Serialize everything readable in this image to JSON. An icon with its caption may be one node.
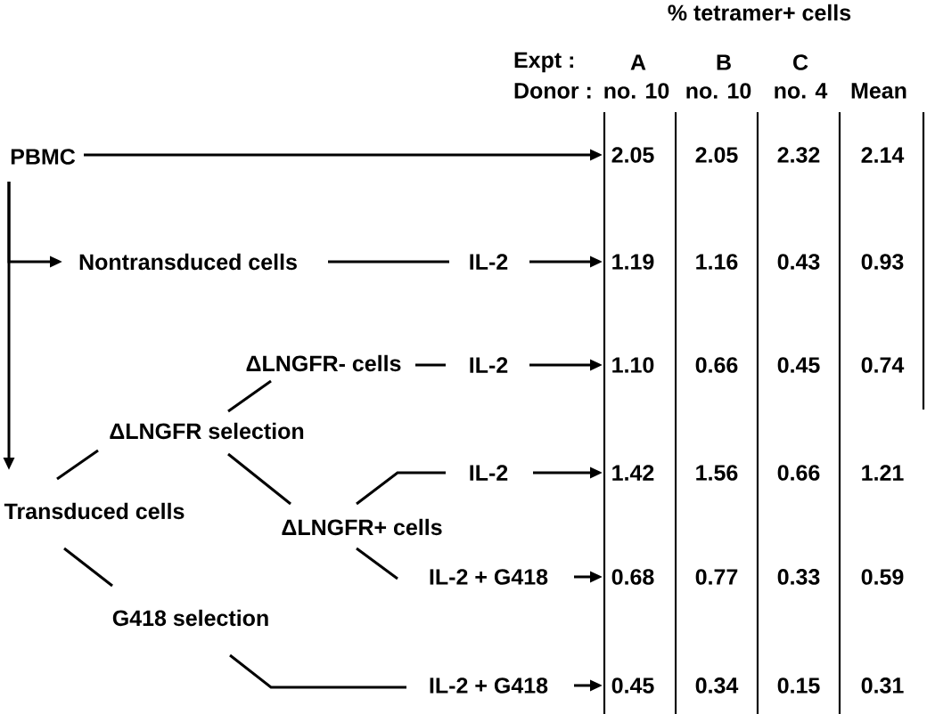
{
  "diagram": {
    "nodes": [
      {
        "text": [
          "PBMC"
        ]
      },
      {
        "text": [
          "Nontransduced cells"
        ]
      },
      {
        "text": [
          "ΔLNGFR- cells"
        ]
      },
      {
        "text": [
          "ΔLNGFR selection"
        ]
      },
      {
        "text": [
          "Transduced cells"
        ]
      },
      {
        "text": [
          "ΔLNGFR+ cells"
        ]
      },
      {
        "text": [
          "G418 selection"
        ]
      },
      {
        "text": [
          "IL-2"
        ]
      },
      {
        "text": [
          "IL-2"
        ]
      },
      {
        "text": [
          "IL-2"
        ]
      },
      {
        "text": [
          "IL-2 + G418"
        ]
      },
      {
        "text": [
          "IL-2 + G418"
        ]
      },
      {
        "text": [
          "2.05"
        ]
      },
      {
        "text": [
          "1.19"
        ]
      },
      {
        "text": [
          "1.10"
        ]
      },
      {
        "text": [
          "1.42"
        ]
      },
      {
        "text": [
          "0.68"
        ]
      },
      {
        "text": [
          "0.45"
        ]
      }
    ],
    "edges": [
      {
        "from": 0,
        "to": 12,
        "arrow": "to"
      },
      {
        "from": 0,
        "to": 4,
        "arrow": "to"
      },
      {
        "from": 0,
        "to": 1,
        "arrow": "to"
      },
      {
        "from": 1,
        "to": 7,
        "arrow": "none"
      },
      {
        "from": 7,
        "to": 13,
        "arrow": "to"
      },
      {
        "from": 3,
        "to": 2,
        "arrow": "none"
      },
      {
        "from": 2,
        "to": 8,
        "arrow": "none"
      },
      {
        "from": 8,
        "to": 14,
        "arrow": "to"
      },
      {
        "from": 4,
        "to": 3,
        "arrow": "none"
      },
      {
        "from": 3,
        "to": 5,
        "arrow": "none"
      },
      {
        "from": 5,
        "to": 9,
        "arrow": "none"
      },
      {
        "from": 9,
        "to": 15,
        "arrow": "to"
      },
      {
        "from": 5,
        "to": 10,
        "arrow": "none"
      },
      {
        "from": 10,
        "to": 16,
        "arrow": "to"
      },
      {
        "from": 4,
        "to": 6,
        "arrow": "none"
      },
      {
        "from": 6,
        "to": 11,
        "arrow": "none"
      },
      {
        "from": 11,
        "to": 17,
        "arrow": "to"
      }
    ],
    "labels": [
      "% tetramer+ cells",
      "Expt :",
      "A",
      "B",
      "C",
      "Donor :",
      "no. 10",
      "no. 10",
      "no. 4",
      "Mean",
      "2.05",
      "2.32",
      "2.14",
      "1.16",
      "0.43",
      "0.93",
      "0.66",
      "0.45",
      "0.74",
      "1.56",
      "0.66",
      "1.21",
      "0.77",
      "0.33",
      "0.59",
      "0.34",
      "0.15",
      "0.31"
    ]
  }
}
